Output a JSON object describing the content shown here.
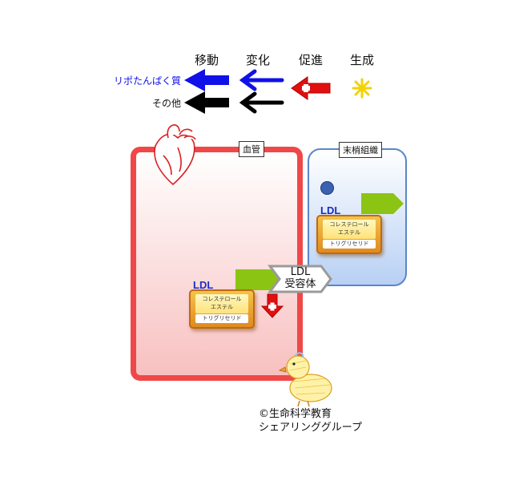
{
  "legend": {
    "headers": [
      "移動",
      "変化",
      "促進",
      "生成"
    ],
    "rows": [
      {
        "label": "リポたんぱく質",
        "color": "#1010e8"
      },
      {
        "label": "その他",
        "color": "#000000"
      }
    ]
  },
  "compartments": {
    "blood": {
      "label": "血管",
      "border": "#f04848"
    },
    "tissue": {
      "label": "末梢組織",
      "border": "#5a86c8"
    }
  },
  "particles": {
    "ldl_label": "LDL",
    "cholesterol_ester": "コレステロール\nエステル",
    "triglyceride": "トリグリセリド"
  },
  "receptor": {
    "line1": "LDL",
    "line2": "受容体"
  },
  "credit": {
    "line1": "©生命科学教育",
    "line2": "シェアリンググループ"
  },
  "colors": {
    "transfer_arrow": "#8cc414",
    "promote_arrow": "#e01010",
    "generate_star": "#f2d200"
  }
}
